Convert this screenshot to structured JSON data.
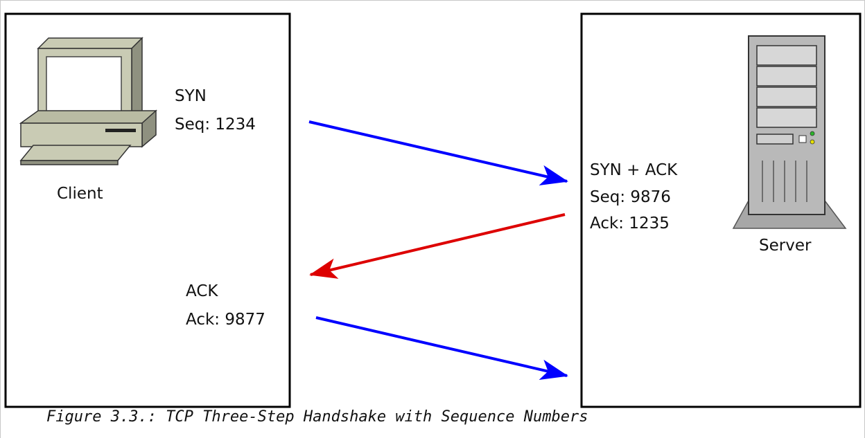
{
  "diagram": {
    "client": {
      "label": "Client",
      "icon": "desktop-computer-icon"
    },
    "server": {
      "label": "Server",
      "icon": "server-tower-icon"
    },
    "messages": [
      {
        "name": "syn",
        "direction": "client-to-server",
        "color": "#0000ff",
        "line1": "SYN",
        "line2": "Seq: 1234"
      },
      {
        "name": "syn-ack",
        "direction": "server-to-client",
        "color": "#dd0000",
        "line1": "SYN + ACK",
        "line2": "Seq: 9876",
        "line3": "Ack: 1235"
      },
      {
        "name": "ack",
        "direction": "client-to-server",
        "color": "#0000ff",
        "line1": "ACK",
        "line2": "Ack: 9877"
      }
    ]
  },
  "caption": "Figure 3.3.: TCP Three-Step Handshake with Sequence Numbers"
}
